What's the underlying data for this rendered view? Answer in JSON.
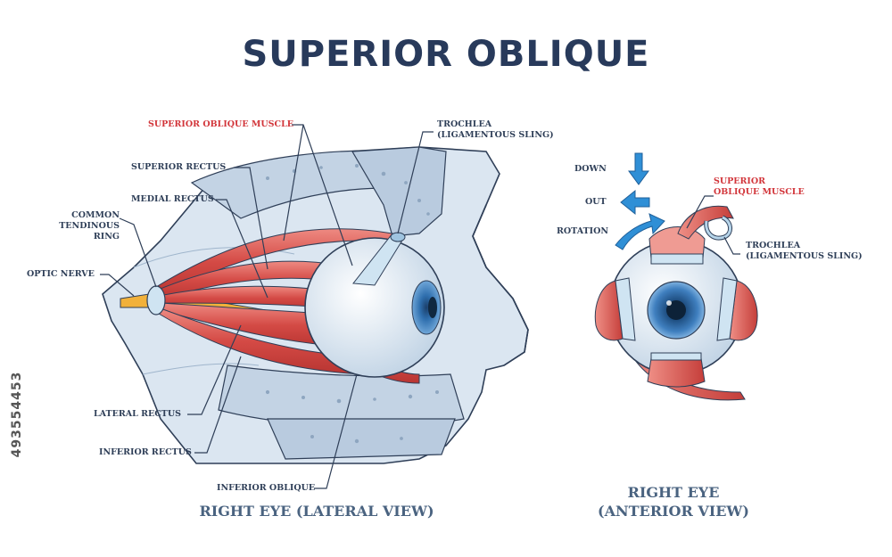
{
  "title": "SUPERIOR OBLIQUE",
  "stock_id": "493554453",
  "lateral": {
    "labels": {
      "superior_oblique_muscle": "SUPERIOR OBLIQUE MUSCLE",
      "superior_rectus": "SUPERIOR RECTUS",
      "medial_rectus": "MEDIAL RECTUS",
      "common_tendinous_ring_1": "COMMON",
      "common_tendinous_ring_2": "TENDINOUS",
      "common_tendinous_ring_3": "RING",
      "optic_nerve": "OPTIC NERVE",
      "lateral_rectus": "LATERAL RECTUS",
      "inferior_rectus": "INFERIOR RECTUS",
      "inferior_oblique": "INFERIOR OBLIQUE",
      "trochlea_1": "TROCHLEA",
      "trochlea_2": "(LIGAMENTOUS SLING)"
    },
    "caption": "RIGHT EYE (LATERAL VIEW)"
  },
  "anterior": {
    "labels": {
      "down": "DOWN",
      "out": "OUT",
      "rotation": "ROTATION",
      "superior_oblique_1": "SUPERIOR",
      "superior_oblique_2": "OBLIQUE MUSCLE",
      "trochlea_1": "TROCHLEA",
      "trochlea_2": "(LIGAMENTOUS SLING)"
    },
    "caption_1": "RIGHT EYE",
    "caption_2": "(ANTERIOR VIEW)"
  },
  "colors": {
    "title": "#283a5b",
    "label": "#2f3f58",
    "label_accent": "#d2353a",
    "caption": "#4a6380",
    "muscle": "#d9534f",
    "muscle_light": "#ef8f86",
    "tendon": "#cfe4f2",
    "bone": "#c9d7e6",
    "soft_tissue": "#dfe9f3",
    "iris": "#3f7fbf",
    "arrow": "#2f8fd6",
    "nerve": "#f2b13a"
  }
}
